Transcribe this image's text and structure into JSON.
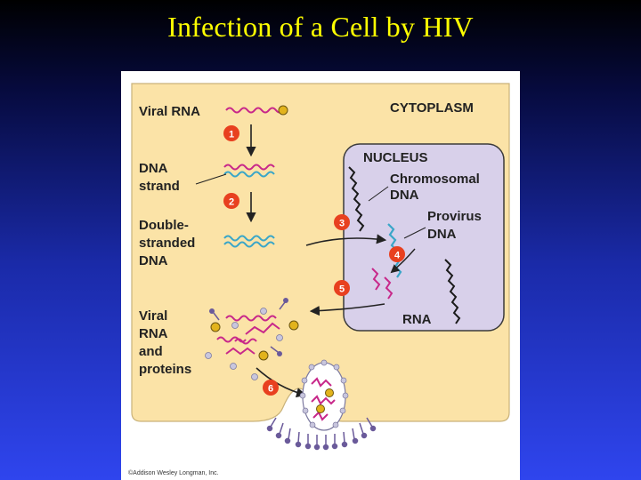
{
  "slide": {
    "title": "Infection of a Cell by HIV",
    "colors": {
      "background_top": "#000000",
      "background_bottom": "#2f45ee",
      "title": "#ffff00",
      "cytoplasm": "#fbe3a7",
      "nucleus": "#d8d0ea",
      "viral_rna": "#c8288a",
      "dna_strand": "#3aa6c8",
      "step_marker": "#e8401f"
    }
  },
  "diagram": {
    "labels": {
      "viral_rna": "Viral RNA",
      "dna_strand": [
        "DNA",
        "strand"
      ],
      "double_stranded": [
        "Double-",
        "stranded",
        "DNA"
      ],
      "viral_rna_proteins": [
        "Viral",
        "RNA",
        "and",
        "proteins"
      ],
      "cytoplasm": "CYTOPLASM",
      "nucleus": "NUCLEUS",
      "chromosomal_dna": [
        "Chromosomal",
        "DNA"
      ],
      "provirus": [
        "Provirus",
        "DNA"
      ],
      "rna": "RNA"
    },
    "steps": [
      "1",
      "2",
      "3",
      "4",
      "5",
      "6"
    ],
    "credit": "©Addison Wesley Longman, Inc."
  }
}
